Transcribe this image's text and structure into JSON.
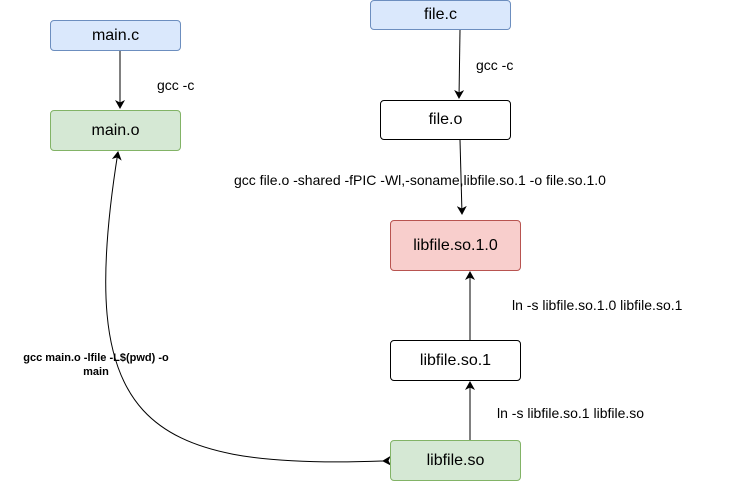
{
  "nodes": {
    "main_c": "main.c",
    "main_o": "main.o",
    "file_c": "file.c",
    "file_o": "file.o",
    "libfile_so_1_0": "libfile.so.1.0",
    "libfile_so_1": "libfile.so.1",
    "libfile_so": "libfile.so"
  },
  "edges": {
    "main_compile": "gcc -c",
    "file_compile": "gcc -c",
    "shared_build": "gcc file.o -shared -fPIC -Wl,-soname,libfile.so.1 -o file.so.1.0",
    "link_so_1": "ln -s libfile.so.1.0 libfile.so.1",
    "link_so": "ln -s libfile.so.1 libfile.so",
    "link_main": "gcc main.o -lfile -L$(pwd) -o main"
  },
  "colors": {
    "blue_fill": "#dae8fc",
    "blue_stroke": "#6c8ebf",
    "green_fill": "#d5e8d4",
    "green_stroke": "#82b366",
    "red_fill": "#f8cecc",
    "red_stroke": "#b85450"
  }
}
